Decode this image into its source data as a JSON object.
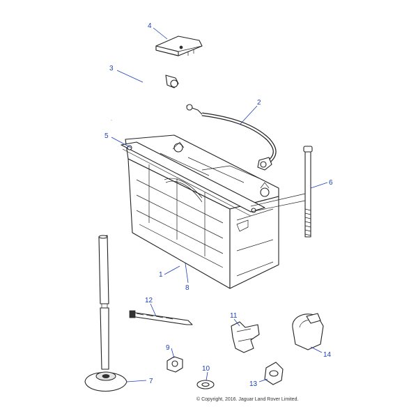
{
  "callouts": {
    "c1": "1",
    "c2": "2",
    "c3": "3",
    "c4": "4",
    "c5": "5",
    "c6": "6",
    "c7": "7",
    "c8": "8",
    "c9": "9",
    "c10": "10",
    "c11": "11",
    "c12": "12",
    "c13": "13",
    "c14": "14"
  },
  "copyright": "© Copyright, 2016. Jaguar Land Rover Limited.",
  "colors": {
    "callout": "#1a3fb8",
    "line": "#222222"
  }
}
